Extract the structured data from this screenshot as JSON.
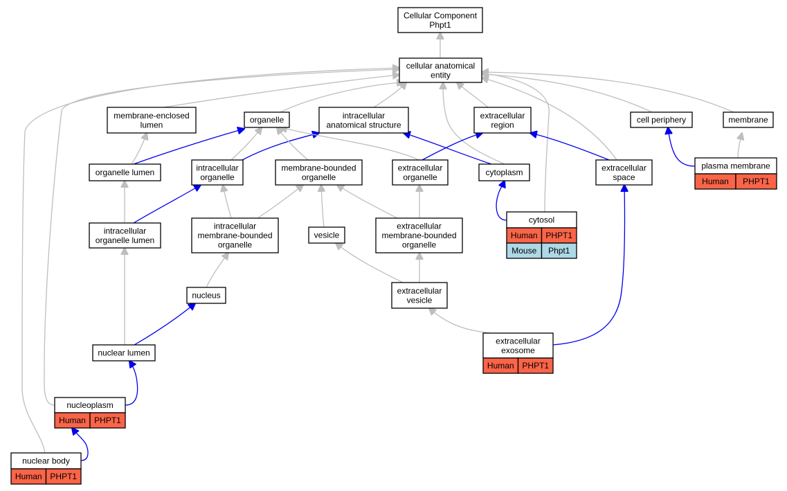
{
  "colors": {
    "is_a_edge": "#bebebe",
    "part_of_edge": "#0000ee",
    "human": "#fa6448",
    "mouse": "#add8e6"
  },
  "nodes": [
    {
      "id": "root",
      "lines": [
        "Cellular Component",
        "Phpt1"
      ]
    },
    {
      "id": "cae",
      "lines": [
        "cellular anatomical",
        "entity"
      ]
    },
    {
      "id": "mel",
      "lines": [
        "membrane-enclosed",
        "lumen"
      ]
    },
    {
      "id": "organelle",
      "lines": [
        "organelle"
      ]
    },
    {
      "id": "ias",
      "lines": [
        "intracellular",
        "anatomical structure"
      ]
    },
    {
      "id": "ecr",
      "lines": [
        "extracellular",
        "region"
      ]
    },
    {
      "id": "cellper",
      "lines": [
        "cell periphery"
      ]
    },
    {
      "id": "membrane",
      "lines": [
        "membrane"
      ]
    },
    {
      "id": "orglumen",
      "lines": [
        "organelle lumen"
      ]
    },
    {
      "id": "intraorg",
      "lines": [
        "intracellular",
        "organelle"
      ]
    },
    {
      "id": "mbo",
      "lines": [
        "membrane-bounded",
        "organelle"
      ]
    },
    {
      "id": "ecorg",
      "lines": [
        "extracellular",
        "organelle"
      ]
    },
    {
      "id": "cytoplasm",
      "lines": [
        "cytoplasm"
      ]
    },
    {
      "id": "ecspace",
      "lines": [
        "extracellular",
        "space"
      ]
    },
    {
      "id": "pm",
      "lines": [
        "plasma membrane"
      ],
      "annotations": [
        [
          "Human",
          "PHPT1"
        ]
      ]
    },
    {
      "id": "iol",
      "lines": [
        "intracellular",
        "organelle lumen"
      ]
    },
    {
      "id": "imbo",
      "lines": [
        "intracellular",
        "membrane-bounded",
        "organelle"
      ]
    },
    {
      "id": "vesicle",
      "lines": [
        "vesicle"
      ]
    },
    {
      "id": "ecmbo",
      "lines": [
        "extracellular",
        "membrane-bounded",
        "organelle"
      ]
    },
    {
      "id": "cytosol",
      "lines": [
        "cytosol"
      ],
      "annotations": [
        [
          "Human",
          "PHPT1"
        ],
        [
          "Mouse",
          "Phpt1"
        ]
      ]
    },
    {
      "id": "nucleus",
      "lines": [
        "nucleus"
      ]
    },
    {
      "id": "ecves",
      "lines": [
        "extracellular",
        "vesicle"
      ]
    },
    {
      "id": "nuclumen",
      "lines": [
        "nuclear lumen"
      ]
    },
    {
      "id": "exosome",
      "lines": [
        "extracellular",
        "exosome"
      ],
      "annotations": [
        [
          "Human",
          "PHPT1"
        ]
      ]
    },
    {
      "id": "nucleoplasm",
      "lines": [
        "nucleoplasm"
      ],
      "annotations": [
        [
          "Human",
          "PHPT1"
        ]
      ]
    },
    {
      "id": "nucbody",
      "lines": [
        "nuclear body"
      ],
      "annotations": [
        [
          "Human",
          "PHPT1"
        ]
      ]
    }
  ],
  "edges": [
    {
      "from": "cae",
      "to": "root",
      "type": "is_a"
    },
    {
      "from": "mel",
      "to": "cae",
      "type": "is_a"
    },
    {
      "from": "organelle",
      "to": "cae",
      "type": "is_a"
    },
    {
      "from": "ias",
      "to": "cae",
      "type": "is_a"
    },
    {
      "from": "ecr",
      "to": "cae",
      "type": "is_a"
    },
    {
      "from": "cellper",
      "to": "cae",
      "type": "is_a"
    },
    {
      "from": "membrane",
      "to": "cae",
      "type": "is_a"
    },
    {
      "from": "cytoplasm",
      "to": "cae",
      "type": "is_a"
    },
    {
      "from": "ecspace",
      "to": "cae",
      "type": "is_a"
    },
    {
      "from": "cytosol",
      "to": "cae",
      "type": "is_a"
    },
    {
      "from": "nucleoplasm",
      "to": "cae",
      "type": "is_a"
    },
    {
      "from": "nucbody",
      "to": "cae",
      "type": "is_a"
    },
    {
      "from": "orglumen",
      "to": "mel",
      "type": "is_a"
    },
    {
      "from": "orglumen",
      "to": "organelle",
      "type": "part_of"
    },
    {
      "from": "intraorg",
      "to": "organelle",
      "type": "is_a"
    },
    {
      "from": "intraorg",
      "to": "ias",
      "type": "part_of"
    },
    {
      "from": "mbo",
      "to": "organelle",
      "type": "is_a"
    },
    {
      "from": "ecorg",
      "to": "organelle",
      "type": "is_a"
    },
    {
      "from": "ecorg",
      "to": "ecr",
      "type": "part_of"
    },
    {
      "from": "cytoplasm",
      "to": "ias",
      "type": "part_of"
    },
    {
      "from": "ecspace",
      "to": "ecr",
      "type": "part_of"
    },
    {
      "from": "pm",
      "to": "cellper",
      "type": "part_of"
    },
    {
      "from": "pm",
      "to": "membrane",
      "type": "is_a"
    },
    {
      "from": "iol",
      "to": "orglumen",
      "type": "is_a"
    },
    {
      "from": "iol",
      "to": "intraorg",
      "type": "part_of"
    },
    {
      "from": "imbo",
      "to": "intraorg",
      "type": "is_a"
    },
    {
      "from": "imbo",
      "to": "mbo",
      "type": "is_a"
    },
    {
      "from": "vesicle",
      "to": "mbo",
      "type": "is_a"
    },
    {
      "from": "ecmbo",
      "to": "mbo",
      "type": "is_a"
    },
    {
      "from": "ecmbo",
      "to": "ecorg",
      "type": "is_a"
    },
    {
      "from": "cytosol",
      "to": "cytoplasm",
      "type": "part_of"
    },
    {
      "from": "nucleus",
      "to": "imbo",
      "type": "is_a"
    },
    {
      "from": "ecves",
      "to": "vesicle",
      "type": "is_a"
    },
    {
      "from": "ecves",
      "to": "ecmbo",
      "type": "is_a"
    },
    {
      "from": "nuclumen",
      "to": "iol",
      "type": "is_a"
    },
    {
      "from": "nuclumen",
      "to": "nucleus",
      "type": "part_of"
    },
    {
      "from": "exosome",
      "to": "ecves",
      "type": "is_a"
    },
    {
      "from": "exosome",
      "to": "ecspace",
      "type": "part_of"
    },
    {
      "from": "nucleoplasm",
      "to": "nuclumen",
      "type": "part_of"
    },
    {
      "from": "nucbody",
      "to": "nucleoplasm",
      "type": "part_of"
    }
  ]
}
